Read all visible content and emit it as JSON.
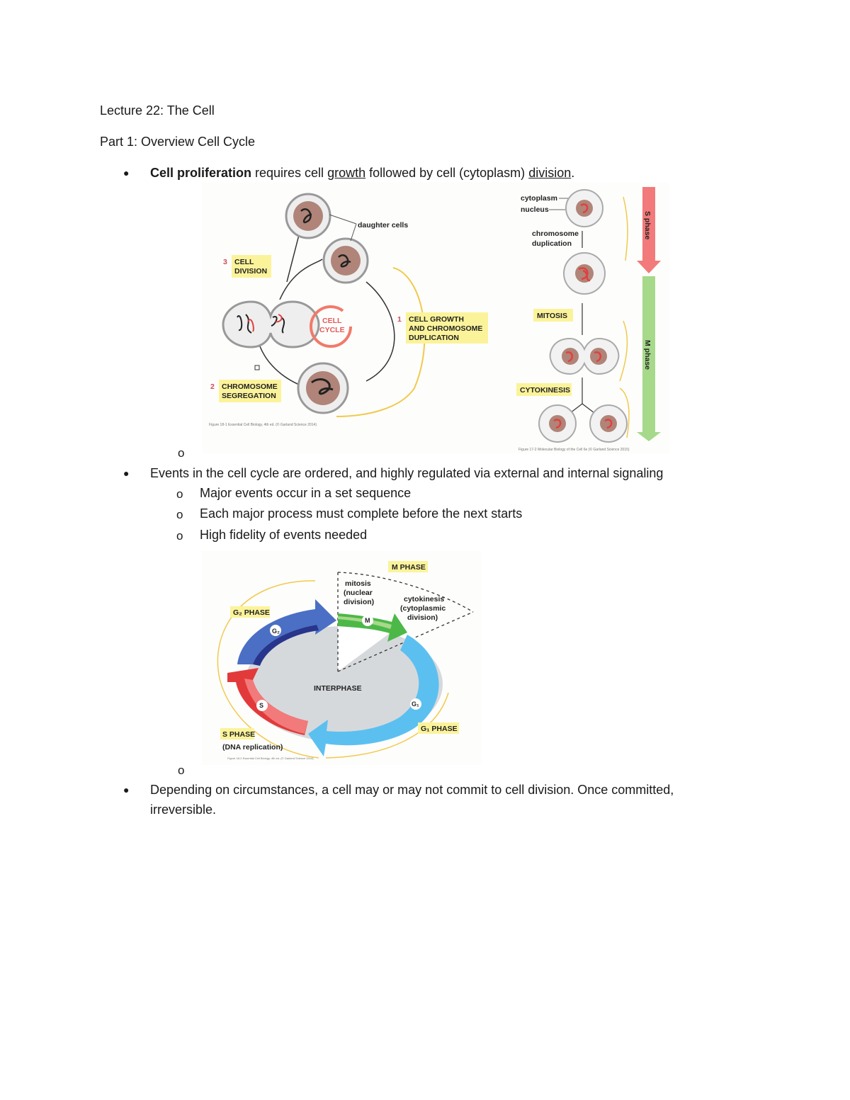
{
  "doc": {
    "title": "Lecture 22: The Cell",
    "part": "Part 1: Overview Cell Cycle",
    "bullet1": {
      "bold": "Cell proliferation",
      "t1": " requires cell ",
      "u1": "growth",
      "t2": " followed by cell (cytoplasm) ",
      "u2": "division",
      "t3": "."
    },
    "sub_marker": "o",
    "bullet2": "Events in the cell cycle are ordered, and highly regulated via external and internal signaling",
    "sub2": [
      "Major events occur in a set sequence",
      "Each major process must complete before the next starts",
      "High fidelity of events needed"
    ],
    "bullet3_line1": "Depending on circumstances, a cell may or may not commit to cell division. Once committed,",
    "bullet3_line2": "irreversible."
  },
  "figure1": {
    "daughter_cells": "daughter cells",
    "step3_num": "3",
    "step3_a": "CELL",
    "step3_b": "DIVISION",
    "center_a": "CELL",
    "center_b": "CYCLE",
    "step1_num": "1",
    "step1_a": "CELL GROWTH",
    "step1_b": "AND CHROMOSOME",
    "step1_c": "DUPLICATION",
    "step2_num": "2",
    "step2_a": "CHROMOSOME",
    "step2_b": "SEGREGATION",
    "caption": "Figure 18-1 Essential Cell Biology, 4th ed. (© Garland Science 2014)"
  },
  "figure2": {
    "cytoplasm": "cytoplasm",
    "nucleus": "nucleus",
    "chrom_a": "chromosome",
    "chrom_b": "duplication",
    "mitosis": "MITOSIS",
    "cytokinesis": "CYTOKINESIS",
    "s_phase": "S phase",
    "m_phase": "M phase",
    "caption": "Figure 17-2 Molecular Biology of the Cell 6e (© Garland Science 2015)"
  },
  "figure3": {
    "m_phase": "M PHASE",
    "mitosis_a": "mitosis",
    "mitosis_b": "(nuclear",
    "mitosis_c": "division)",
    "cyto_a": "cytokinesis",
    "cyto_b": "(cytoplasmic",
    "cyto_c": "division)",
    "g2_phase": "G₂ PHASE",
    "g2": "G₂",
    "m": "M",
    "interphase": "INTERPHASE",
    "s": "S",
    "g1": "G₁",
    "g1_phase": "G₁ PHASE",
    "s_phase": "S PHASE",
    "dna": "(DNA replication)",
    "caption": "Figure 18-2 Essential Cell Biology, 4th ed. (© Garland Science 2014)"
  },
  "colors": {
    "label_bg": "#fbf39a",
    "arrow_yellow": "#f2c94c",
    "nucleus_brown": "#b08478",
    "chromosome_red": "#e04040",
    "s_arrow": "#f27a7a",
    "m_arrow": "#a6d98a",
    "g1_blue": "#5bc0f0",
    "g2_blue": "#4a6fc4",
    "m_green": "#4cb848",
    "s_red": "#e23a3a",
    "interphase_grey": "#d6d9dc"
  }
}
